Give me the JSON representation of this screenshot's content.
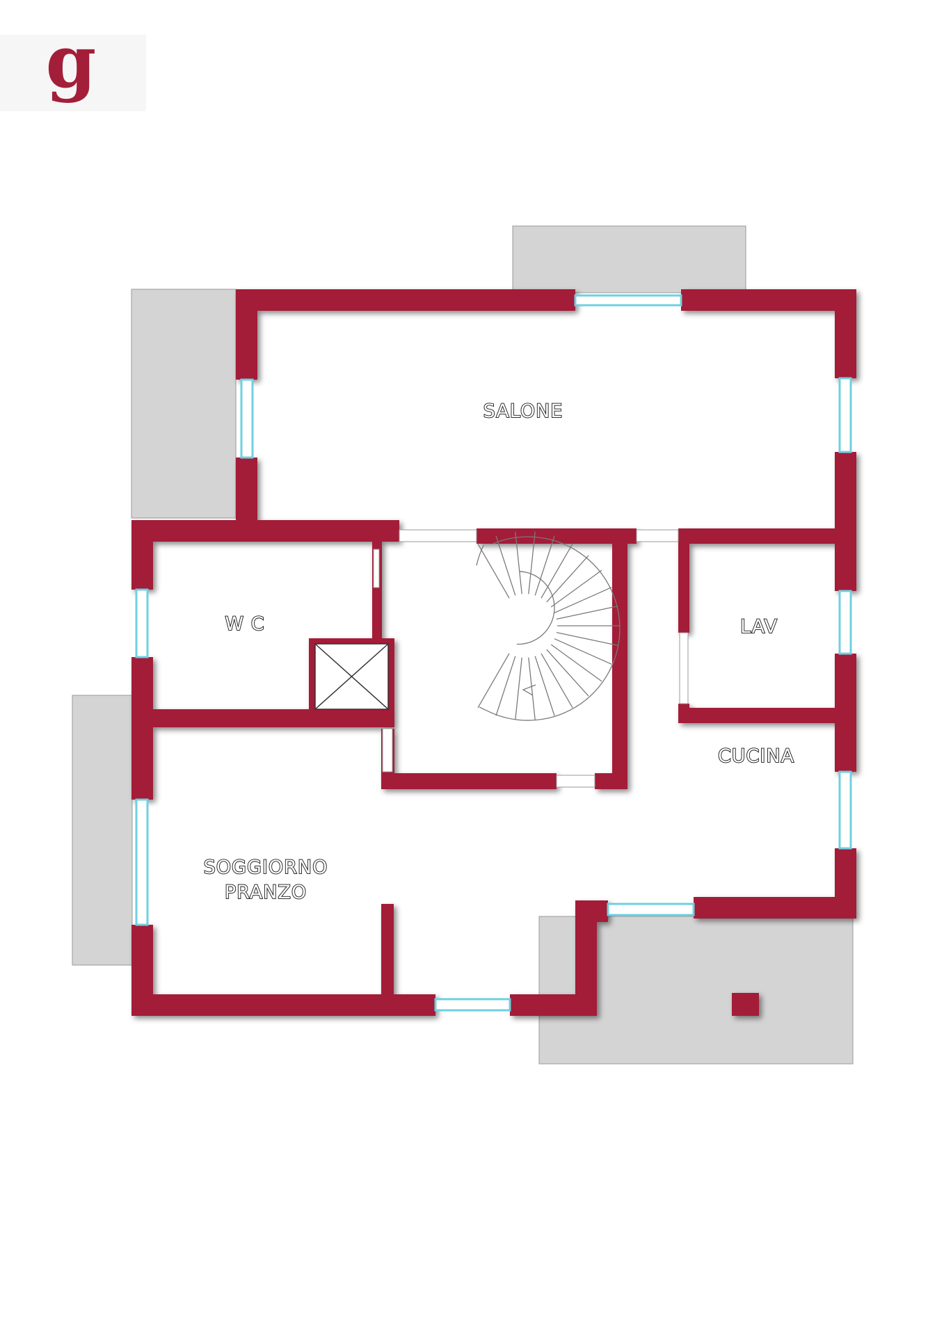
{
  "logo": {
    "letter": "g"
  },
  "rooms": {
    "salone": "SALONE",
    "wc": "W C",
    "lav": "LAV",
    "cucina": "CUCINA",
    "soggiorno_line1": "SOGGIORNO",
    "soggiorno_line2": "PRANZO"
  },
  "colors": {
    "wall": "#a31f39",
    "terrace": "#d4d4d4",
    "window": "#6fd0e0",
    "background": "#ffffff"
  }
}
